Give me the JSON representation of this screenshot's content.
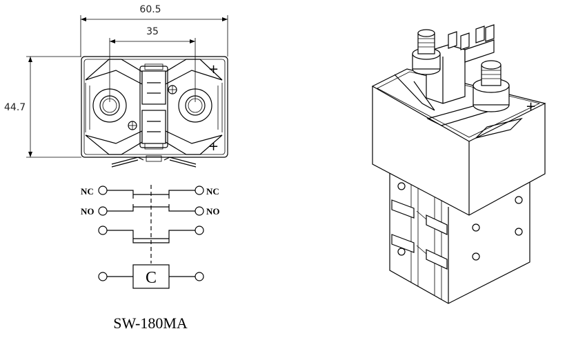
{
  "dimensions": {
    "overall_width": "60.5",
    "terminal_spacing": "35",
    "height": "44.7"
  },
  "top_view": {
    "plus_top": "+",
    "plus_bottom": "+"
  },
  "schematic": {
    "nc_left": "NC",
    "nc_right": "NC",
    "no_left": "NO",
    "no_right": "NO",
    "coil_label": "C"
  },
  "model": "SW-180MA"
}
